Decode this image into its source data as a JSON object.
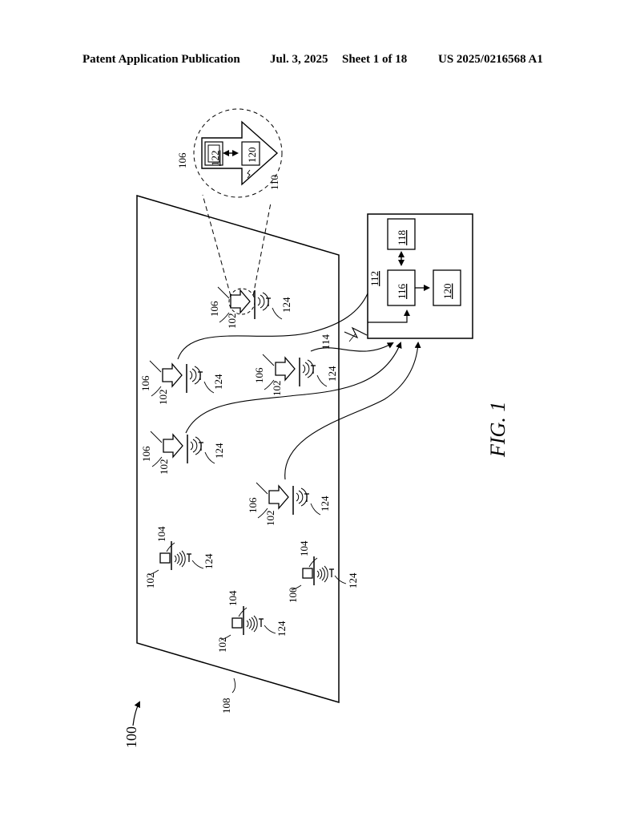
{
  "header": {
    "publication": "Patent Application Publication",
    "date": "Jul. 3, 2025",
    "sheet": "Sheet 1 of 18",
    "number": "US 2025/0216568 A1"
  },
  "figure": {
    "caption": "FIG. 1",
    "labels": {
      "system": "100",
      "node": "102",
      "object": "104",
      "asset": "106",
      "area": "108",
      "detail": "110",
      "base": "112",
      "link": "114",
      "processor": "116",
      "memory": "118",
      "output": "120",
      "component": "122",
      "signal": "124",
      "alt_node": "100"
    }
  }
}
